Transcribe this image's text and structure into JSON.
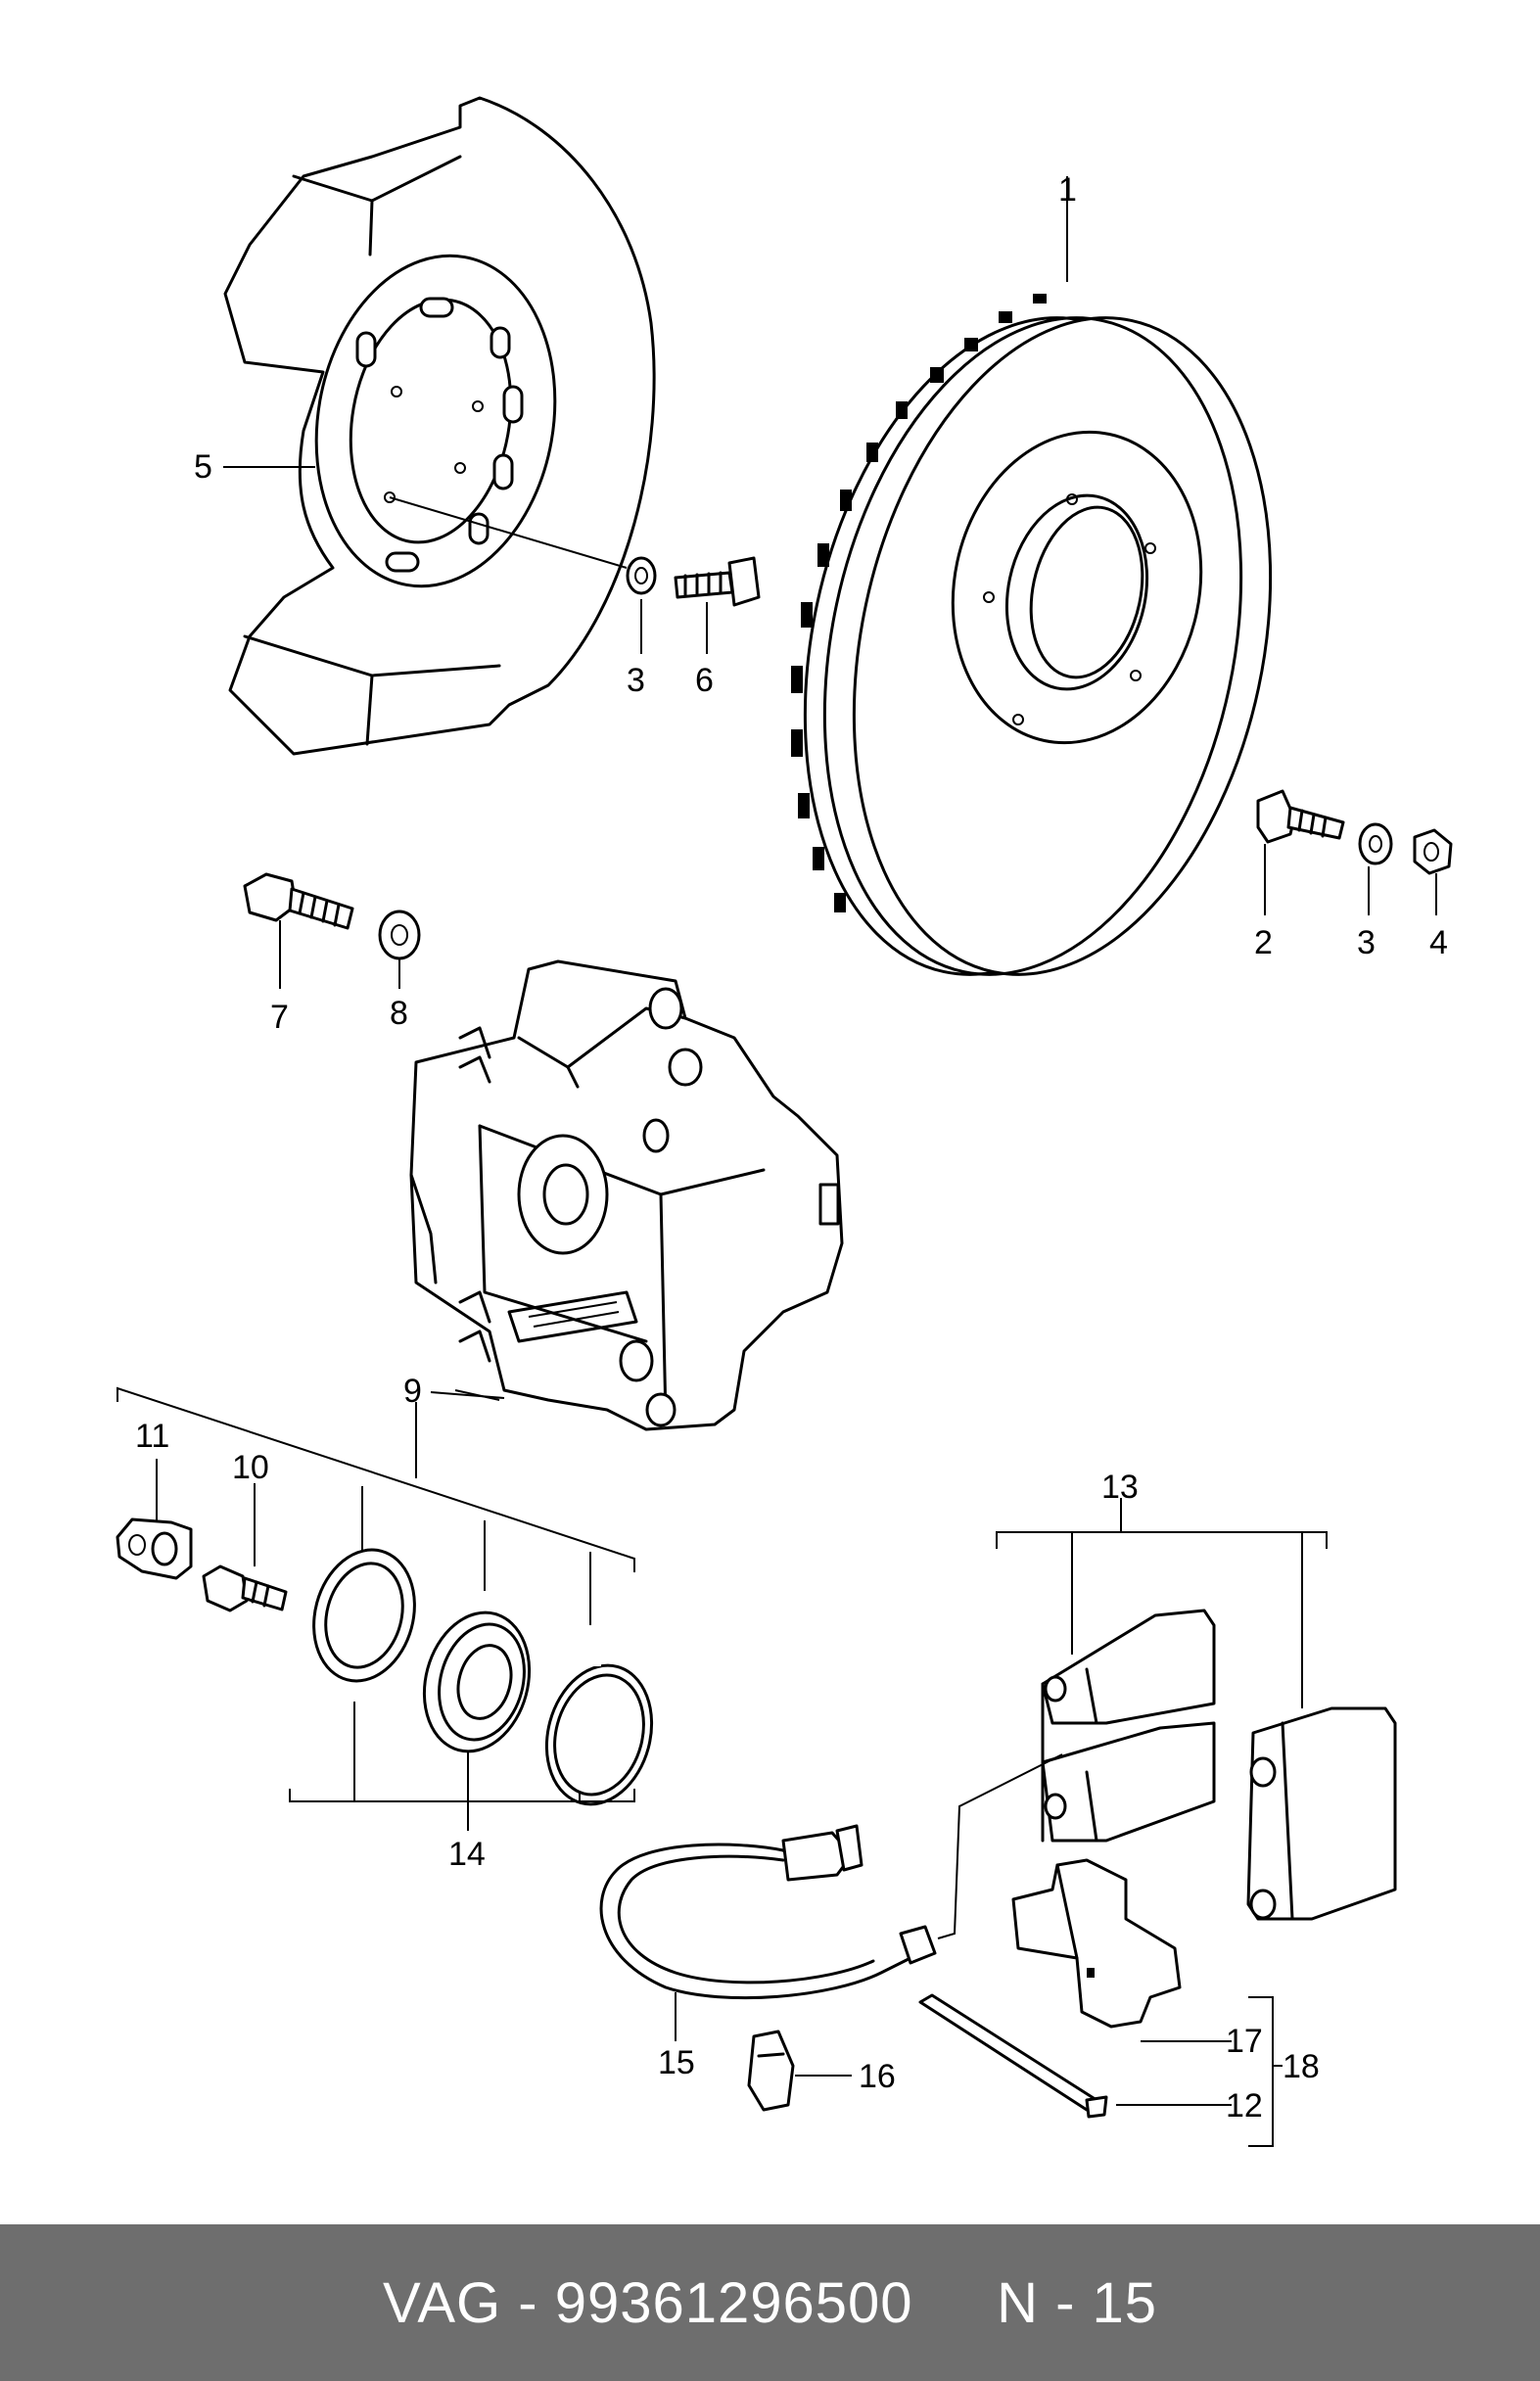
{
  "diagram": {
    "labels": {
      "l1": "1",
      "l2": "2",
      "l3a": "3",
      "l3b": "3",
      "l4": "4",
      "l5": "5",
      "l6": "6",
      "l7": "7",
      "l8": "8",
      "l9": "9",
      "l10": "10",
      "l11": "11",
      "l12": "12",
      "l13": "13",
      "l14": "14",
      "l15": "15",
      "l16": "16",
      "l17": "17",
      "l18": "18"
    }
  },
  "footer": {
    "text": "VAG - 99361296500     N - 15",
    "background": "#6e6e6e",
    "color": "#ffffff"
  }
}
